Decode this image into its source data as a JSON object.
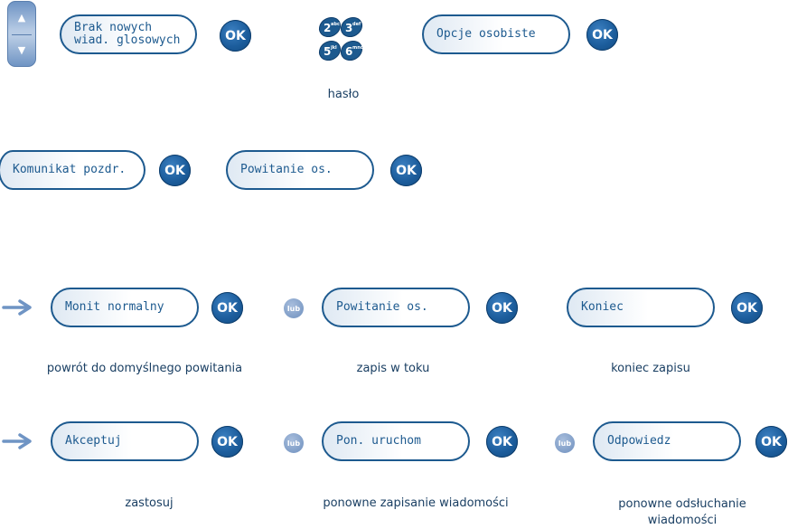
{
  "nav_pad": {
    "up_icon": "▲",
    "down_icon": "▼"
  },
  "row1": {
    "screen1": "Brak nowych\nwiad. glosowych",
    "ok": "OK",
    "keys": [
      "2abc",
      "3def",
      "5jkl",
      "6mno"
    ],
    "key_digits": [
      "2",
      "3",
      "5",
      "6"
    ],
    "key_letters": [
      "abc",
      "def",
      "jkl",
      "mno"
    ],
    "screen2": "Opcje osobiste",
    "ok2": "OK",
    "caption_password": "hasło"
  },
  "row2": {
    "screen1": "Komunikat pozdr.",
    "ok1": "OK",
    "screen2": "Powitanie os.",
    "ok2": "OK"
  },
  "row3": {
    "screen1": "Monit normalny",
    "ok1": "OK",
    "or1": "lub",
    "screen2": "Powitanie os.",
    "ok2": "OK",
    "screen3": "Koniec",
    "ok3": "OK",
    "caption1": "powrót do domyślnego powitania",
    "caption2": "zapis w toku",
    "caption3": "koniec zapisu"
  },
  "row4": {
    "screen1": "Akceptuj",
    "ok1": "OK",
    "or1": "lub",
    "screen2": "Pon. uruchom",
    "ok2": "OK",
    "or2": "lub",
    "screen3": "Odpowiedz",
    "ok3": "OK",
    "caption1": "zastosuj",
    "caption2": "ponowne zapisanie wiadomości",
    "caption3": "ponowne odsłuchanie wiadomości"
  },
  "colors": {
    "accent": "#1d5a8f",
    "ok_button": "#1c5d9c",
    "or_badge": "#7f9dc7",
    "arrow": "#6f94c4"
  }
}
